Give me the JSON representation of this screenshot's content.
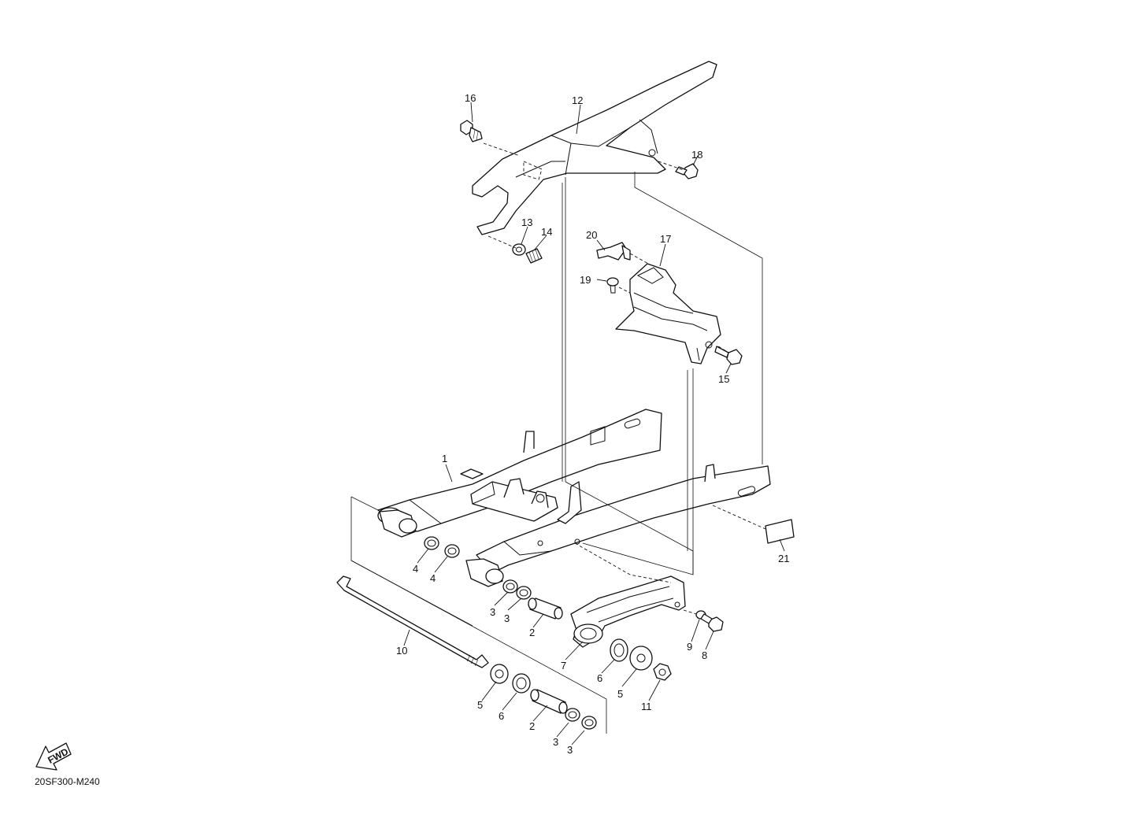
{
  "diagram": {
    "drawing_code": "20SF300-M240",
    "fwd_label": "FWD",
    "callouts": [
      {
        "id": "c1",
        "text": "1"
      },
      {
        "id": "c2a",
        "text": "2"
      },
      {
        "id": "c2b",
        "text": "2"
      },
      {
        "id": "c3a",
        "text": "3"
      },
      {
        "id": "c3b",
        "text": "3"
      },
      {
        "id": "c3c",
        "text": "3"
      },
      {
        "id": "c3d",
        "text": "3"
      },
      {
        "id": "c4a",
        "text": "4"
      },
      {
        "id": "c4b",
        "text": "4"
      },
      {
        "id": "c5a",
        "text": "5"
      },
      {
        "id": "c5b",
        "text": "5"
      },
      {
        "id": "c6a",
        "text": "6"
      },
      {
        "id": "c6b",
        "text": "6"
      },
      {
        "id": "c7",
        "text": "7"
      },
      {
        "id": "c8",
        "text": "8"
      },
      {
        "id": "c9",
        "text": "9"
      },
      {
        "id": "c10",
        "text": "10"
      },
      {
        "id": "c11",
        "text": "11"
      },
      {
        "id": "c12",
        "text": "12"
      },
      {
        "id": "c13",
        "text": "13"
      },
      {
        "id": "c14",
        "text": "14"
      },
      {
        "id": "c15",
        "text": "15"
      },
      {
        "id": "c16",
        "text": "16"
      },
      {
        "id": "c17",
        "text": "17"
      },
      {
        "id": "c18",
        "text": "18"
      },
      {
        "id": "c19",
        "text": "19"
      },
      {
        "id": "c20",
        "text": "20"
      },
      {
        "id": "c21",
        "text": "21"
      }
    ]
  }
}
